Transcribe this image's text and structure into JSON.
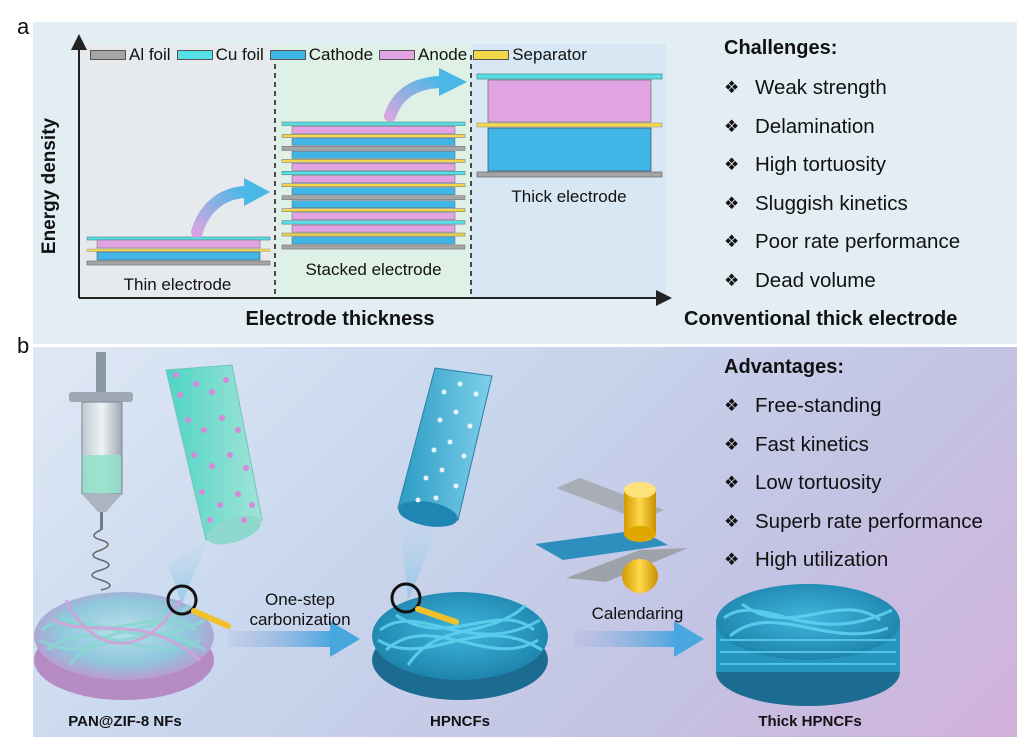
{
  "panel_labels": {
    "a": "a",
    "b": "b"
  },
  "colors": {
    "al_foil": "#a5a5a5",
    "cu_foil": "#55e0e6",
    "cathode": "#3fb6e6",
    "anode": "#e2a3e2",
    "separator": "#f3d84a",
    "fiber_blue": "#2ba7cf",
    "zif_pink": "#d58ad8"
  },
  "legend": [
    {
      "label": "Al foil",
      "color": "#a5a5a5"
    },
    {
      "label": "Cu foil",
      "color": "#55e0e6"
    },
    {
      "label": "Cathode",
      "color": "#3fb6e6"
    },
    {
      "label": "Anode",
      "color": "#e2a3e2"
    },
    {
      "label": "Separator",
      "color": "#f3d84a"
    }
  ],
  "panel_a": {
    "y_axis_label": "Energy density",
    "x_axis_label": "Electrode thickness",
    "zones": [
      "Thin electrode",
      "Stacked electrode",
      "Thick electrode"
    ],
    "side_caption": "Conventional thick electrode",
    "challenges": {
      "title": "Challenges:",
      "bullet": "❖",
      "items": [
        "Weak strength",
        "Delamination",
        "High tortuosity",
        "Sluggish kinetics",
        "Poor rate performance",
        "Dead volume"
      ]
    }
  },
  "panel_b": {
    "advantages": {
      "title": "Advantages:",
      "bullet": "❖",
      "items": [
        "Free-standing",
        "Fast kinetics",
        "Low tortuosity",
        "Superb rate performance",
        "High utilization"
      ]
    },
    "steps": [
      {
        "line1": "One-step",
        "line2": "carbonization"
      },
      {
        "line1": "Calendaring",
        "line2": ""
      }
    ],
    "materials": [
      "PAN@ZIF-8 NFs",
      "HPNCFs",
      "Thick HPNCFs"
    ]
  }
}
